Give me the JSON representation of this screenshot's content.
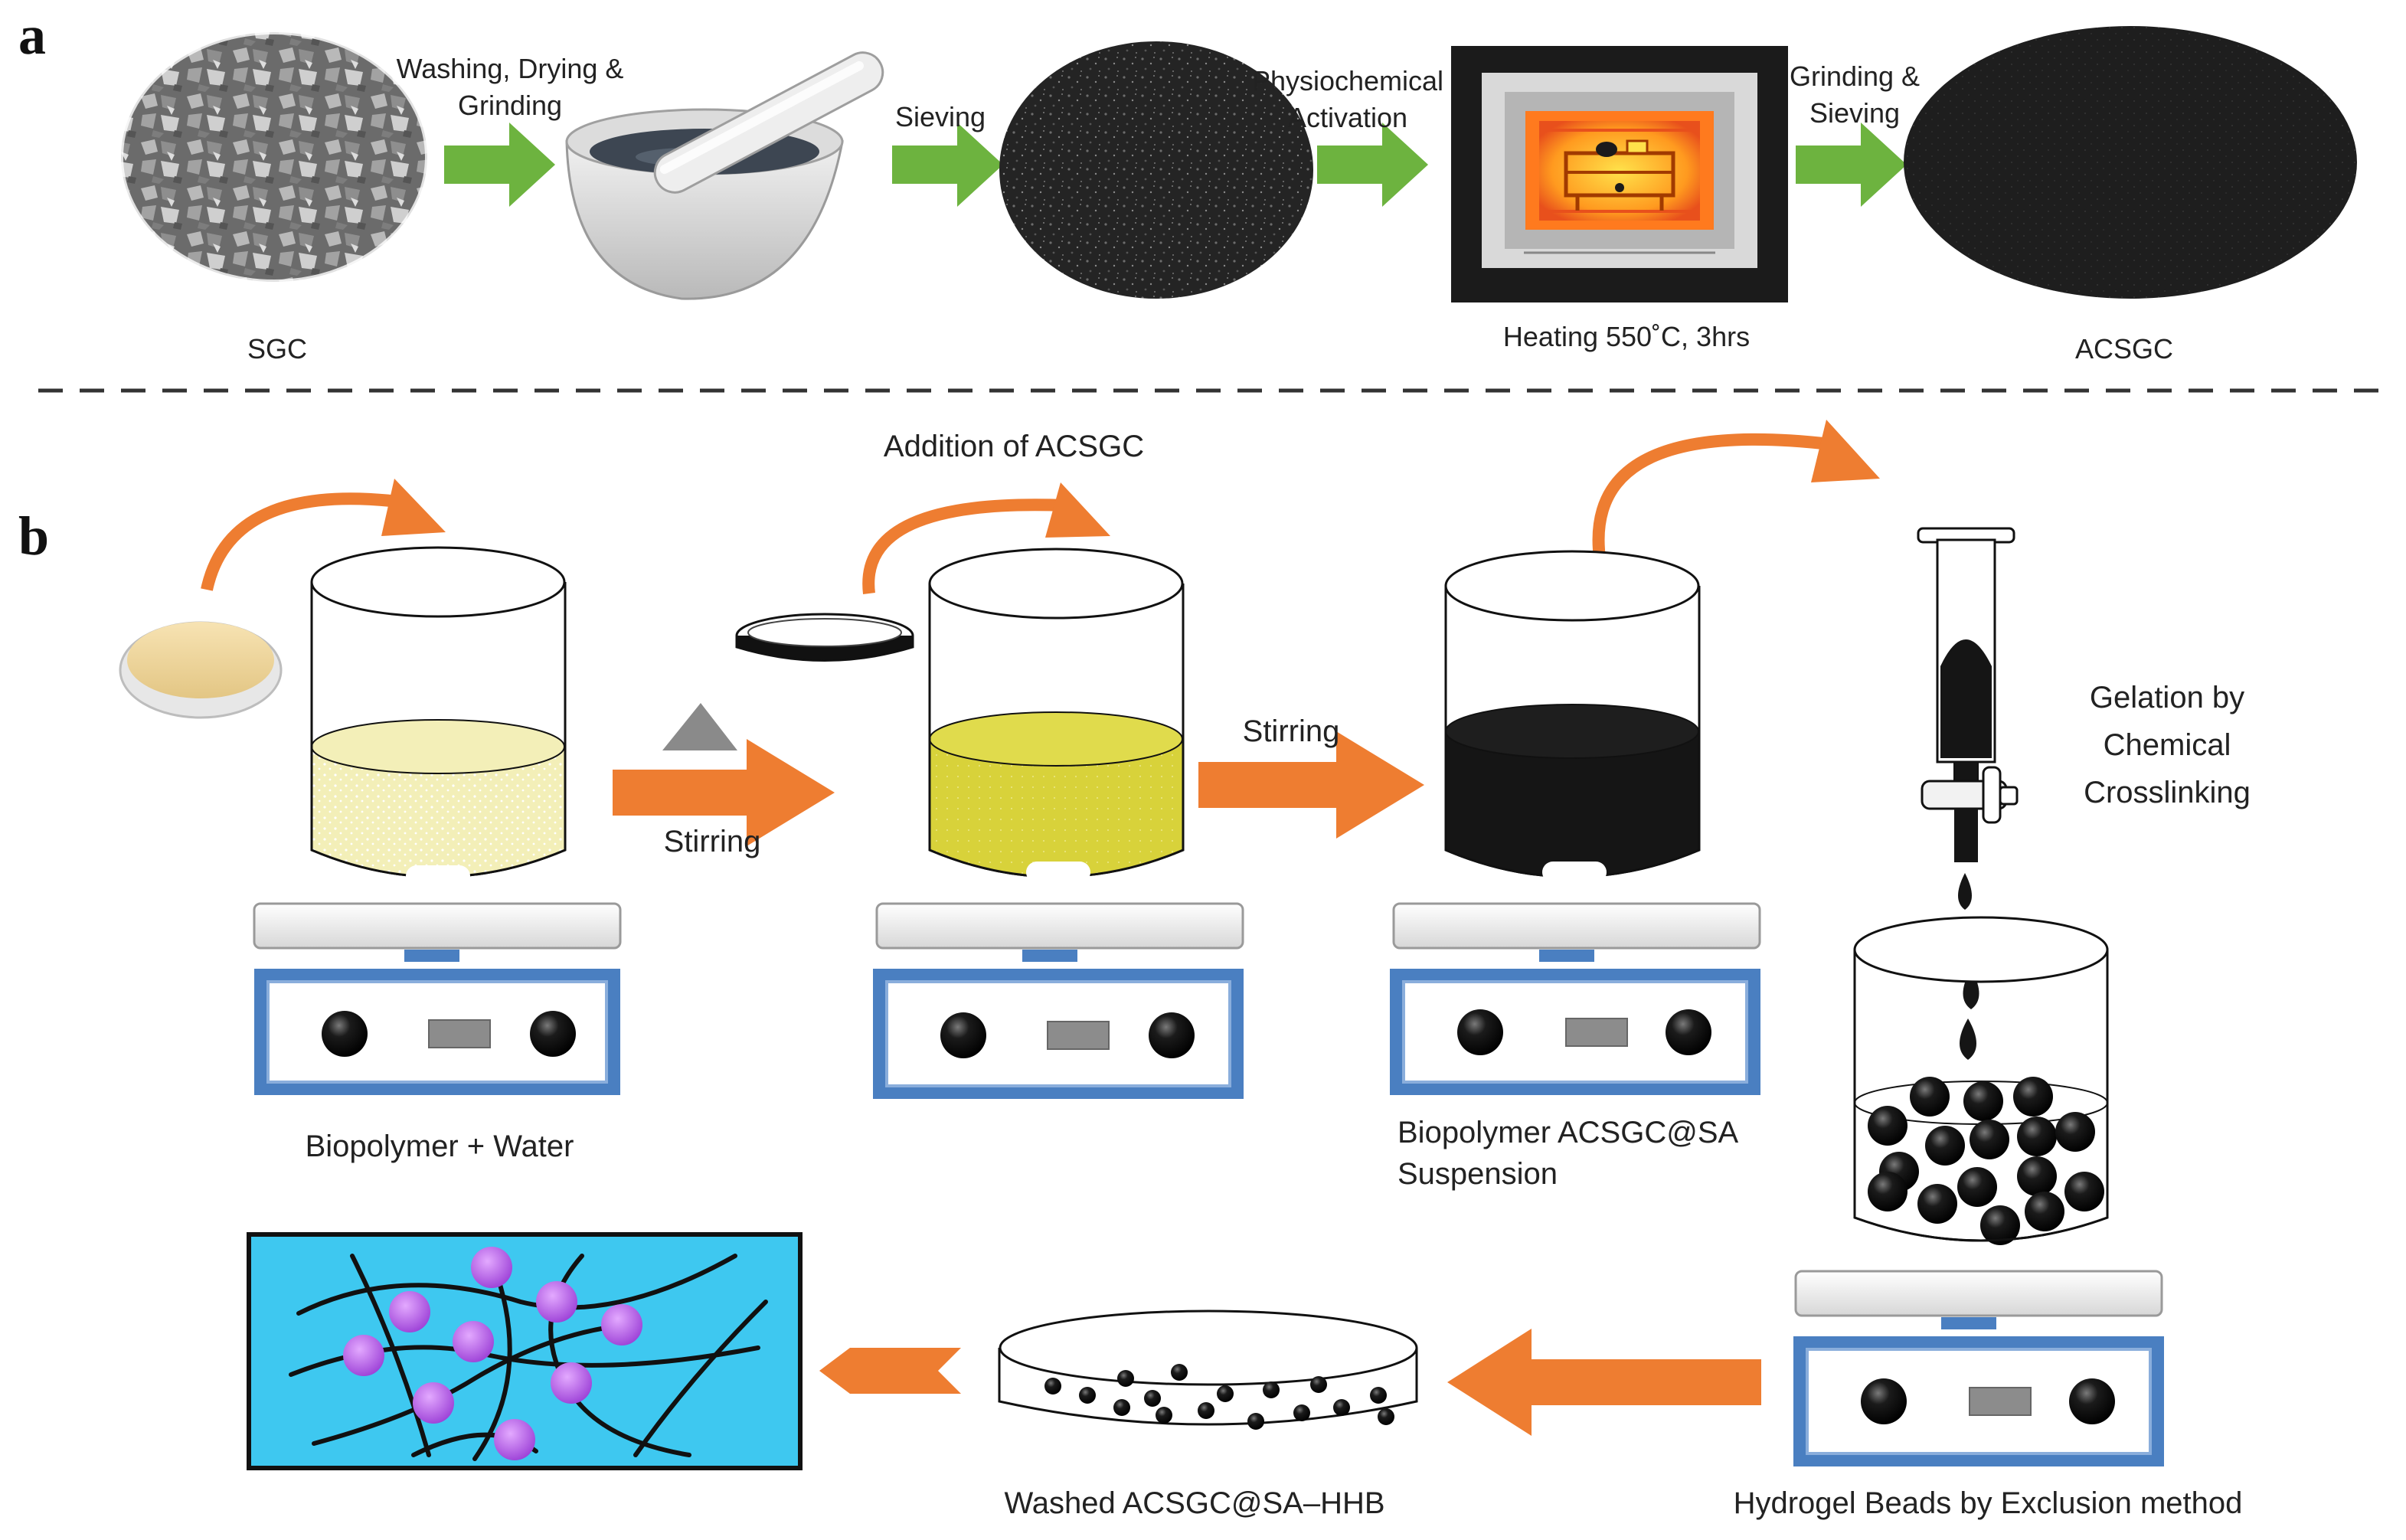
{
  "panels": {
    "a": "a",
    "b": "b"
  },
  "panel_a": {
    "steps": [
      {
        "label": "SGC"
      },
      {
        "arrow_label_1": "Washing, Drying &",
        "arrow_label_2": "Grinding"
      },
      {
        "arrow_label": "Sieving"
      },
      {
        "arrow_label_1": "Physiochemical",
        "arrow_label_2": "Activation"
      },
      {
        "label": "Heating 550˚C, 3hrs"
      },
      {
        "arrow_label_1": "Grinding &",
        "arrow_label_2": "Sieving"
      },
      {
        "label": "ACSGC"
      }
    ]
  },
  "panel_b": {
    "addition": "Addition of ACSGC",
    "stirring_1": "Stirring",
    "stirring_2": "Stirring",
    "biopolymer_water": "Biopolymer + Water",
    "suspension_1": "Biopolymer ACSGC@SA",
    "suspension_2": "Suspension",
    "gelation_1": "Gelation by",
    "gelation_2": "Chemical",
    "gelation_3": "Crosslinking",
    "hydrogel_beads": "Hydrogel Beads by Exclusion method",
    "washed": "Washed ACSGC@SA–HHB"
  },
  "colors": {
    "green_arrow": "#6db33f",
    "orange_arrow": "#ee7d31",
    "stirrer_blue": "#4a7fc1",
    "network_bg": "#3ec8f0",
    "crosslink_purple": "#b04fe0",
    "yellow_liquid": "#d8d23a",
    "pale_liquid": "#f3efb8"
  },
  "icons": {
    "raw_material": "sgc-pebbles-photo",
    "mortar": "mortar-pestle-icon",
    "powder": "sieved-powder-photo",
    "furnace": "muffle-furnace-icon",
    "product": "acsgc-powder-photo"
  }
}
